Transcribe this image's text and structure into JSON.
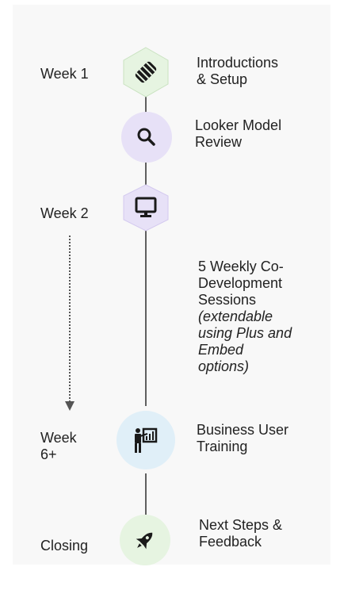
{
  "colors": {
    "line": "#5f5f5f",
    "green_fill": "#e6f4e1",
    "purple_fill": "#e7e1f7",
    "blue_fill": "#e0eff8",
    "icon": "#1a1a1a"
  },
  "timeline": {
    "week1": "Week 1",
    "week2": "Week 2",
    "week6": "Week\n6+",
    "closing": "Closing"
  },
  "steps": {
    "intro": "Introductions\n& Setup",
    "looker": "Looker Model\nReview",
    "codev_main": "5 Weekly Co-\nDevelopment\nSessions",
    "codev_note": "(extendable\nusing Plus and\nEmbed\noptions)",
    "training": "Business User\nTraining",
    "closing": "Next Steps &\nFeedback"
  },
  "icons": {
    "intro": "handshake-icon",
    "looker": "search-icon",
    "codev": "monitor-icon",
    "training": "presenter-icon",
    "closing": "rocket-icon"
  }
}
